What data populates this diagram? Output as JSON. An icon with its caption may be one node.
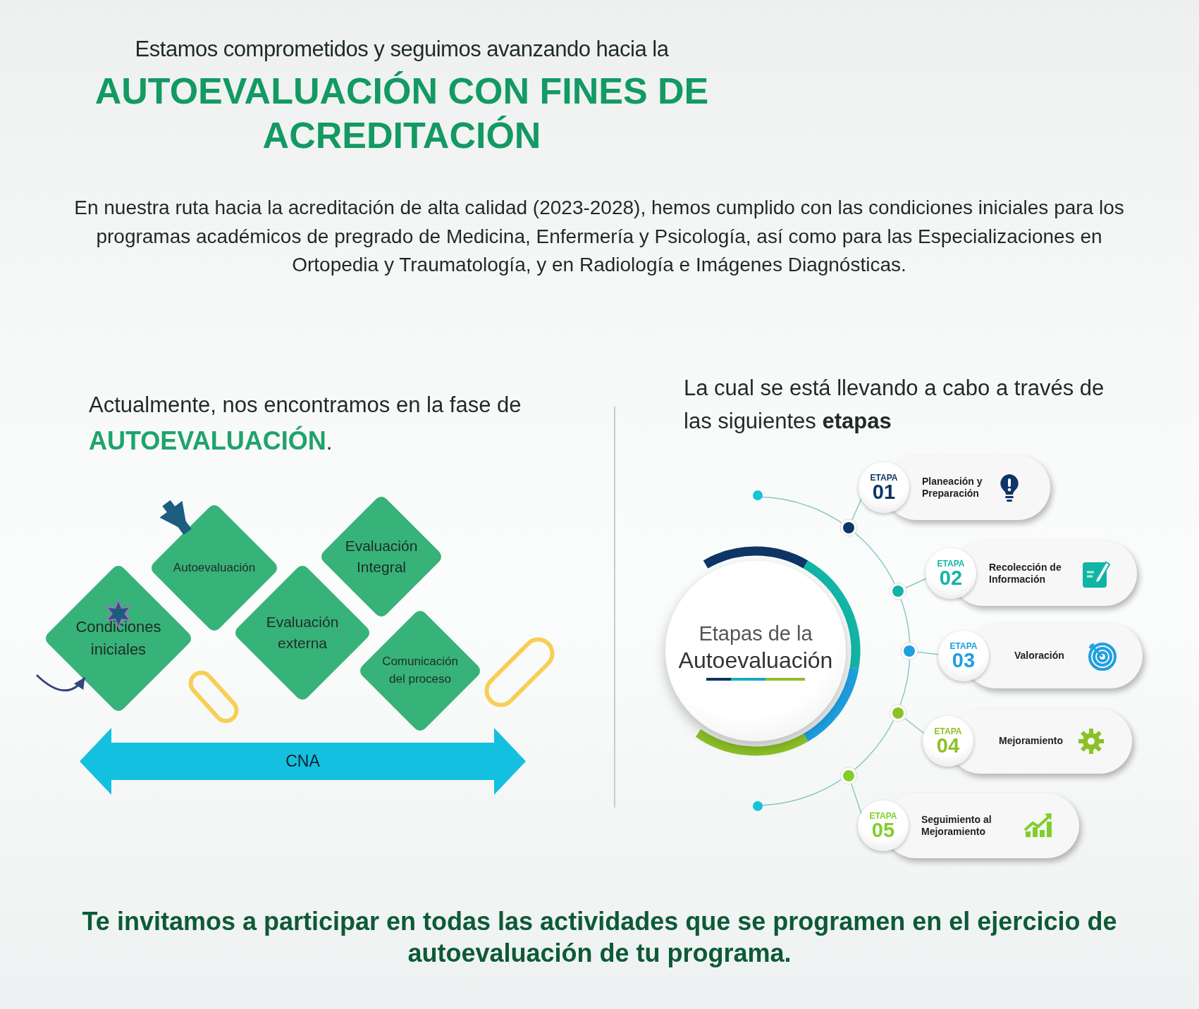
{
  "diagram": {
    "title": "AUTOEVALUACIÓN CON FINES DE ACREDITACIÓN",
    "nodes": [
      {
        "text": [
          "Condiciones iniciales"
        ]
      },
      {
        "text": [
          "Autoevaluación"
        ]
      },
      {
        "text": [
          "Evaluación externa"
        ]
      },
      {
        "text": [
          "Evaluación Integral"
        ]
      },
      {
        "text": [
          "Comunicación del proceso"
        ]
      },
      {
        "text": [
          "CNA"
        ]
      },
      {
        "text": [
          "Etapas de la",
          "Autoevaluación"
        ]
      },
      {
        "text": [
          "ETAPA",
          "01",
          "Planeación y Preparación"
        ]
      },
      {
        "text": [
          "ETAPA",
          "02",
          "Recolección de Información"
        ]
      },
      {
        "text": [
          "ETAPA",
          "03",
          "Valoración"
        ]
      },
      {
        "text": [
          "ETAPA",
          "04",
          "Mejoramiento"
        ]
      },
      {
        "text": [
          "ETAPA",
          "05",
          "Seguimiento al Mejoramiento"
        ]
      },
      {
        "text": [],
        "shape": "capsule"
      },
      {
        "text": [],
        "shape": "capsule"
      }
    ],
    "edges": [
      {
        "from": null,
        "to": 0,
        "arrow": "to",
        "color": "#34467a"
      },
      {
        "from": null,
        "to": 1,
        "arrow": "to",
        "style": "thick",
        "color": "#1b5e80"
      }
    ],
    "labels": [
      "Estamos comprometidos y seguimos avanzando hacia la",
      "En nuestra ruta hacia la acreditación de alta calidad (2023-2028), hemos cumplido con las condiciones iniciales para los programas académicos de pregrado de Medicina, Enfermería y Psicología, así como para las Especializaciones en Ortopedia y Traumatología, y en Radiología e Imágenes Diagnósticas.",
      "Actualmente, nos encontramos en la fase de **AUTOEVALUACIÓN**.",
      "La cual se está llevando a cabo a través de las siguientes **etapas**",
      "Te invitamos a participar en todas las actividades que se programen en el ejercicio de autoevaluación de tu programa."
    ]
  }
}
